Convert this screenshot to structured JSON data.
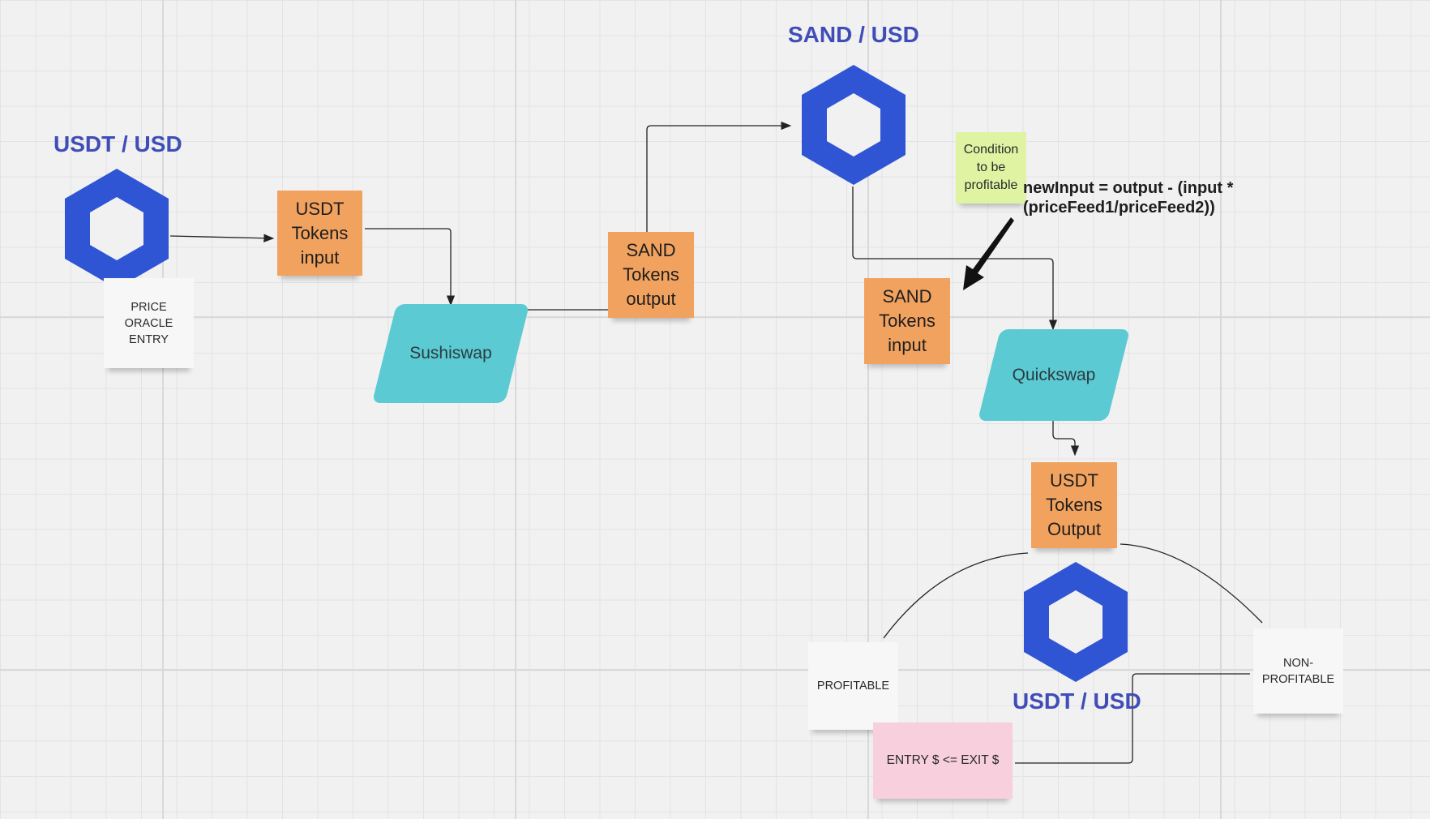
{
  "titles": {
    "usdt_usd_top": "USDT / USD",
    "sand_usd": "SAND / USD",
    "usdt_usd_bottom": "USDT / USD"
  },
  "notes": {
    "price_oracle_entry": "PRICE ORACLE ENTRY",
    "usdt_tokens_input": "USDT Tokens input",
    "sand_tokens_output": "SAND Tokens output",
    "sand_tokens_input": "SAND Tokens input",
    "usdt_tokens_output": "USDT Tokens Output",
    "condition": "Condition to be profitable",
    "profitable": "PROFITABLE",
    "non_profitable": "NON-PROFITABLE",
    "entry_exit": "ENTRY $ <= EXIT $"
  },
  "processes": {
    "sushiswap": "Sushiswap",
    "quickswap": "Quickswap"
  },
  "formula": {
    "line1": "newInput = output - (input *",
    "line2": "(priceFeed1/priceFeed2))"
  },
  "icons": {
    "oracle": "chainlink-hexagon-icon"
  },
  "colors": {
    "hexagon": "#2f55d4",
    "title": "#3f4db8",
    "sticky_orange": "#f2a25f",
    "process_teal": "#5ccad2",
    "sticky_green": "#dff3a3",
    "sticky_pink": "#f8cfdc",
    "sticky_white": "#f7f7f8"
  }
}
